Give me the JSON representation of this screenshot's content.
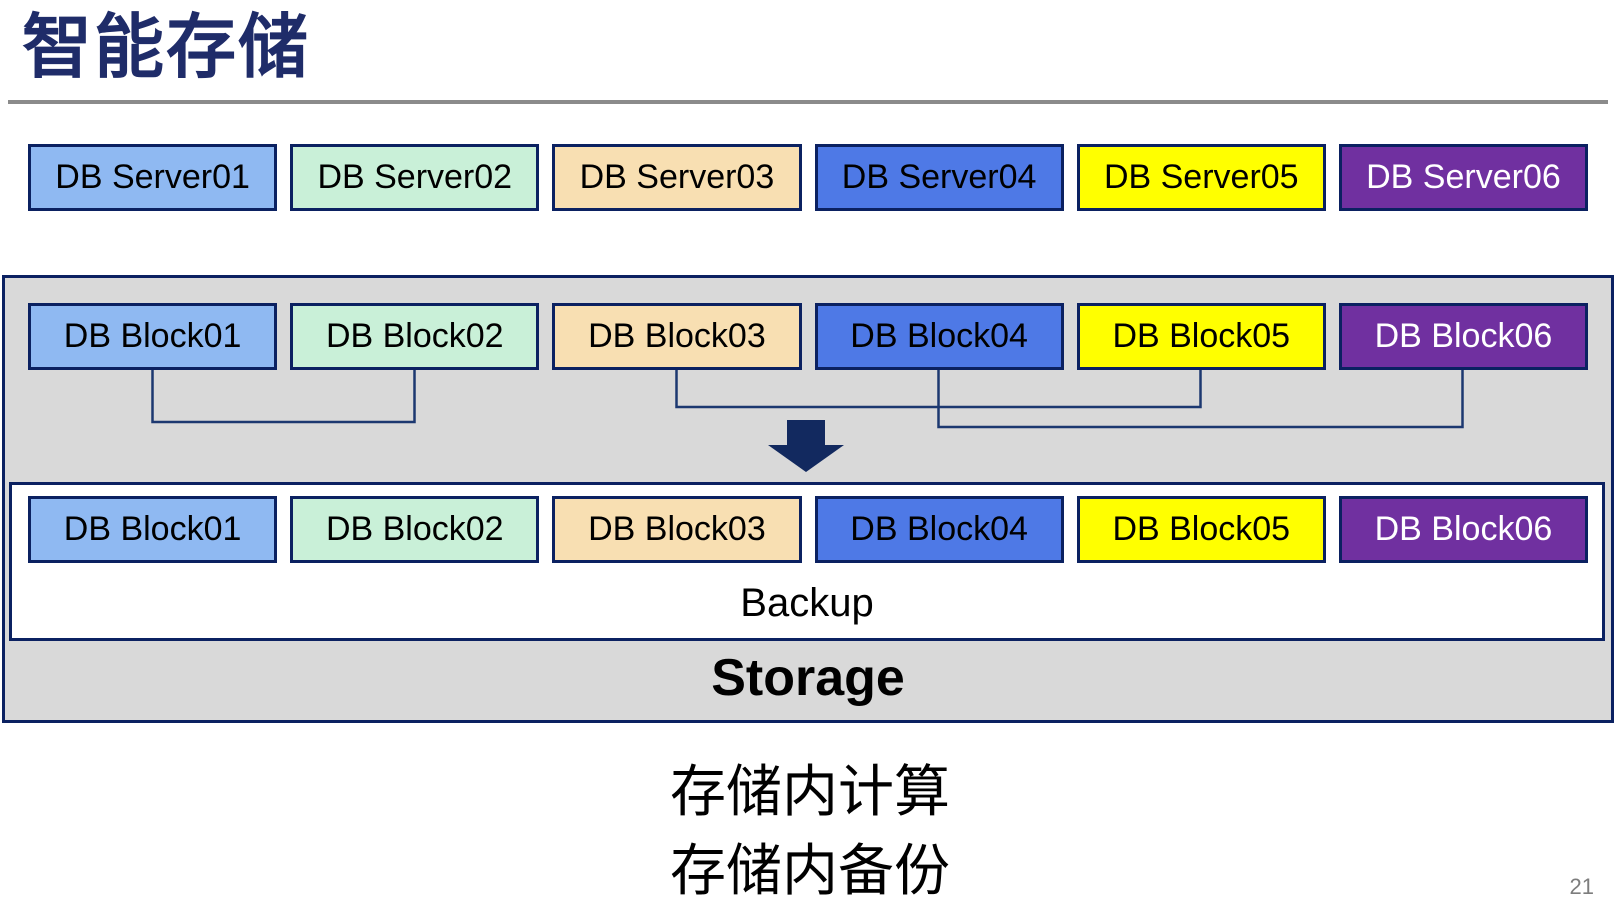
{
  "title": "智能存储",
  "page_number": "21",
  "servers": {
    "items": [
      "DB Server01",
      "DB Server02",
      "DB Server03",
      "DB Server04",
      "DB Server05",
      "DB Server06"
    ]
  },
  "storage_panel": {
    "top_blocks": [
      "DB Block01",
      "DB Block02",
      "DB Block03",
      "DB Block04",
      "DB Block05",
      "DB Block06"
    ],
    "backup_blocks": [
      "DB Block01",
      "DB Block02",
      "DB Block03",
      "DB Block04",
      "DB Block05",
      "DB Block06"
    ],
    "connections": [
      {
        "from": "DB Block01",
        "to": "DB Block02"
      },
      {
        "from": "DB Block03",
        "to": "DB Block05"
      },
      {
        "from": "DB Block04",
        "to": "DB Block06"
      }
    ],
    "backup_label": "Backup",
    "storage_label": "Storage"
  },
  "caption": {
    "line1": "存储内计算",
    "line2": "存储内备份"
  },
  "colors": {
    "title": "#1F2C69",
    "title_rule": "#8B8B8B",
    "box_border": "#0B2161",
    "box_text_dark": "#000000",
    "box_text_light": "#FFFFFF",
    "panel_fill": "#D9D9D9",
    "connector": "#1C3870",
    "arrow": "#12295F",
    "page_number": "#7D7D7D",
    "box_palette": [
      "#8FB9F2",
      "#C9F0D8",
      "#F8DFB2",
      "#4E79E6",
      "#FFFF00",
      "#7030A0"
    ]
  }
}
